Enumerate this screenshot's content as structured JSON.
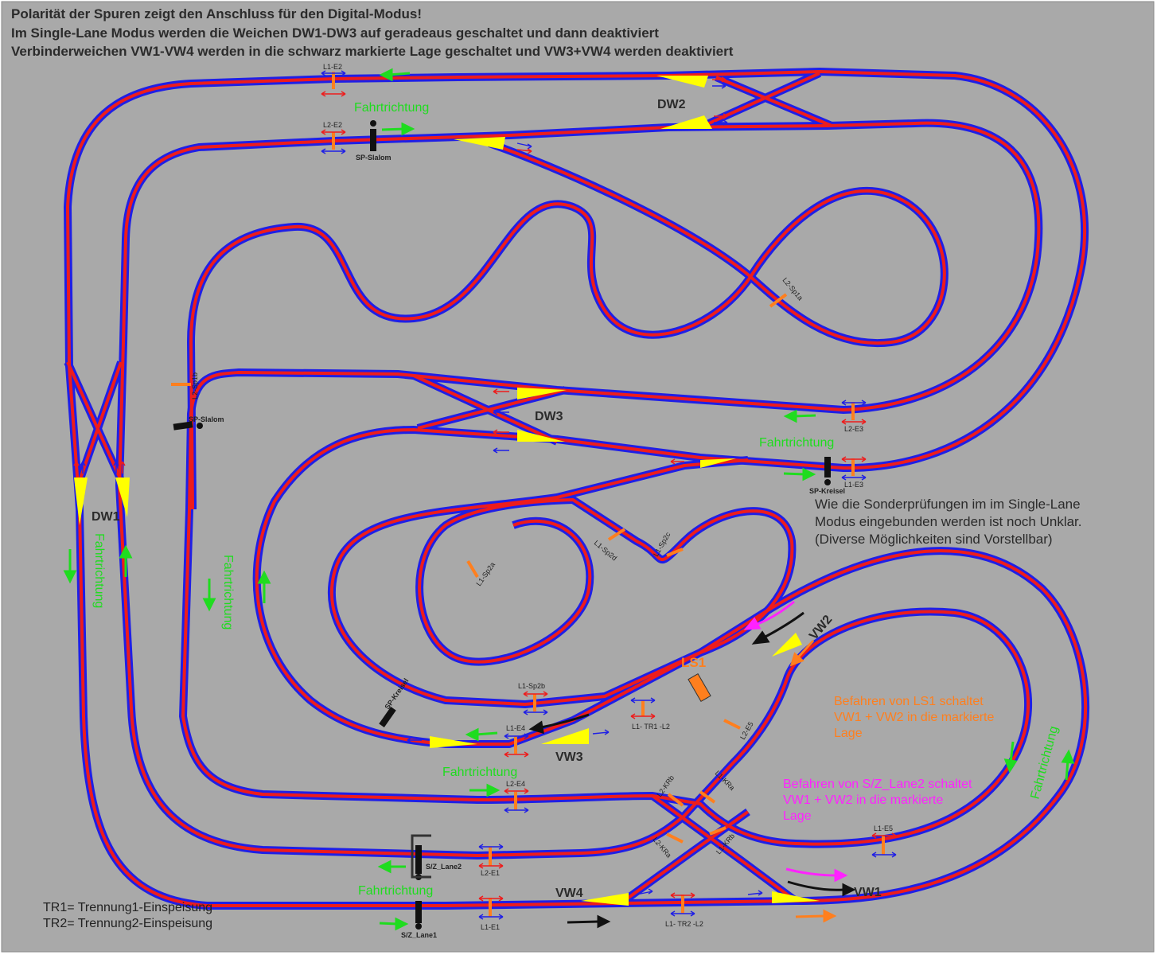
{
  "header": {
    "line1": "Polarität der Spuren zeigt den Anschluss für den Digital-Modus!",
    "line2": "Im Single-Lane Modus werden die Weichen DW1-DW3 auf geradeaus geschaltet und dann deaktiviert",
    "line3": "Verbinderweichen VW1-VW4 werden in die schwarz markierte Lage geschaltet und VW3+VW4 werden deaktiviert"
  },
  "notes": {
    "special_l1": "Wie die Sonderprüfungen im im Single-Lane",
    "special_l2": "Modus eingebunden werden ist noch Unklar.",
    "special_l3": "(Diverse Möglichkeiten sind Vorstellbar)",
    "ls1_l1": "Befahren von LS1 schaltet",
    "ls1_l2": "VW1 + VW2 in die markierte",
    "ls1_l3": "Lage",
    "sz_l1": "Befahren von S/Z_Lane2 schaltet",
    "sz_l2": "VW1 + VW2 in die markierte",
    "sz_l3": "Lage",
    "legend_tr1": "TR1= Trennung1-Einspeisung",
    "legend_tr2": "TR2= Trennung2-Einspeisung"
  },
  "direction_label": "Fahrtrichtung",
  "switches": {
    "dw1": "DW1",
    "dw2": "DW2",
    "dw3": "DW3",
    "vw1": "VW1",
    "vw2": "VW2",
    "vw3": "VW3",
    "vw4": "VW4",
    "ls1": "LS1"
  },
  "sensors": {
    "sp_slalom": "SP-Slalom",
    "sp_kreisel": "SP-Kreisel",
    "sz_lane1": "S/Z_Lane1",
    "sz_lane2": "S/Z_Lane2"
  },
  "feeds": {
    "l1_e1": "L1-E1",
    "l1_e2": "L1-E2",
    "l1_e3": "L1-E3",
    "l1_e4": "L1-E4",
    "l1_e5": "L1-E5",
    "l2_e1": "L2-E1",
    "l2_e2": "L2-E2",
    "l2_e3": "L2-E3",
    "l2_e4": "L2-E4",
    "l2_e5": "L2-E5",
    "l2_sp1a": "L2-Sp1a",
    "l2_sp1b": "L2-Sp1b",
    "l1_sp2a": "L1-Sp2a",
    "l1_sp2b": "L1-Sp2b",
    "l1_sp2c": "L1-Sp2c",
    "l1_sp2d": "L1-Sp2d",
    "l1_tr1_l2": "L1- TR1 -L2",
    "l1_tr2_l2": "L1- TR2 -L2",
    "l1_kra": "L1-KRa",
    "l1_krb": "L1-KRb",
    "l2_kra": "L2-KRa",
    "l2_krb": "L2-KRb"
  },
  "colors": {
    "background": "#a9a9a9",
    "lane_blue": "#1f1fe6",
    "lane_red": "#ee1c1c",
    "switch_yellow": "#ffff00",
    "direction_green": "#1fdc1f",
    "feed_orange": "#ff7f1e",
    "note_magenta": "#ff22ff",
    "sensor_black": "#111111"
  }
}
